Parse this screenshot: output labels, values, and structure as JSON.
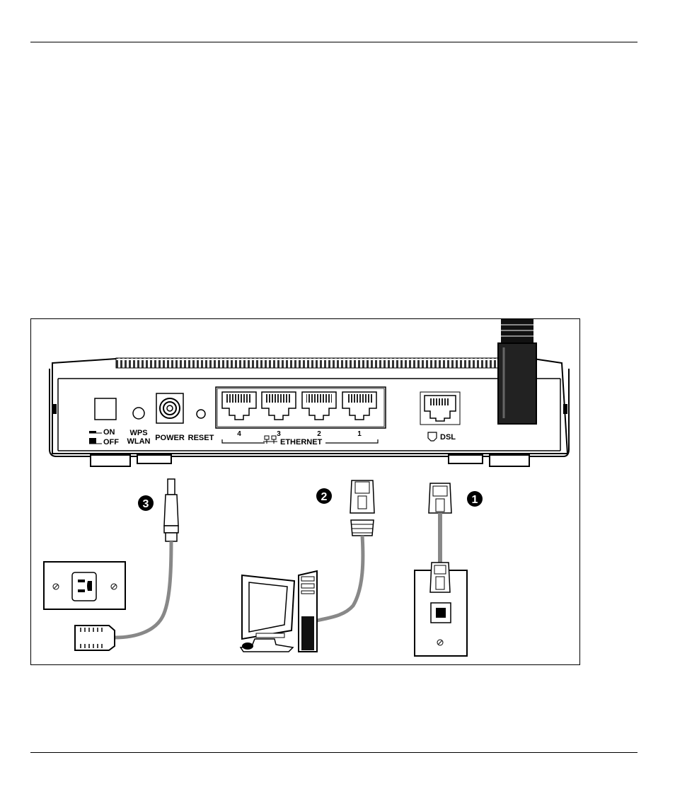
{
  "figure": {
    "rear_panel": {
      "switch": {
        "on_label": "ON",
        "off_label": "OFF"
      },
      "wps_label_top": "WPS",
      "wps_label_bottom": "WLAN",
      "power_label": "POWER",
      "reset_label": "RESET",
      "ethernet_ports": [
        "4",
        "3",
        "2",
        "1"
      ],
      "ethernet_label": "ETHERNET",
      "dsl_label": "DSL"
    },
    "callouts": {
      "dsl_step": "1",
      "ethernet_step": "2",
      "power_step": "3"
    }
  }
}
